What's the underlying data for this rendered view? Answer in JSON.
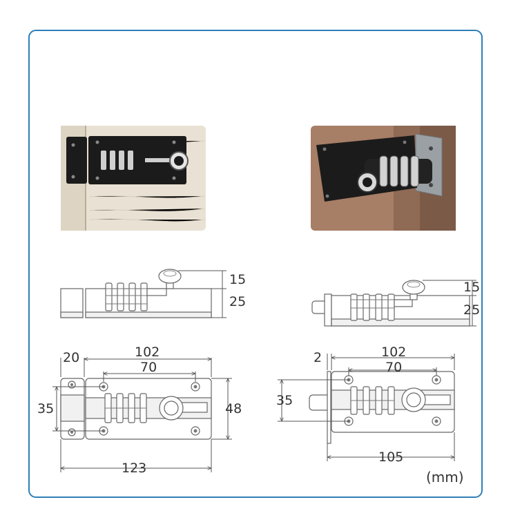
{
  "frame": {
    "border_color": "#2e7fb8"
  },
  "photos": {
    "left": {
      "wood_color": "#e9e2d4",
      "lock_color": "#1b1b1b"
    },
    "right": {
      "wood_color": "#a77e66",
      "lock_color": "#1b1b1b",
      "bracket_color": "#9aa0a4"
    }
  },
  "views": {
    "side_left": {
      "dim_top": "15",
      "dim_height": "25"
    },
    "side_right": {
      "dim_top": "15",
      "dim_height": "25"
    },
    "front_left": {
      "dim_offset": "20",
      "dim_length": "102",
      "dim_holes": "70",
      "dim_width": "35",
      "dim_height": "48",
      "dim_total": "123"
    },
    "front_right": {
      "dim_gap": "2",
      "dim_length": "102",
      "dim_holes": "70",
      "dim_width": "35",
      "dim_total": "105"
    }
  },
  "unit": "(mm)"
}
